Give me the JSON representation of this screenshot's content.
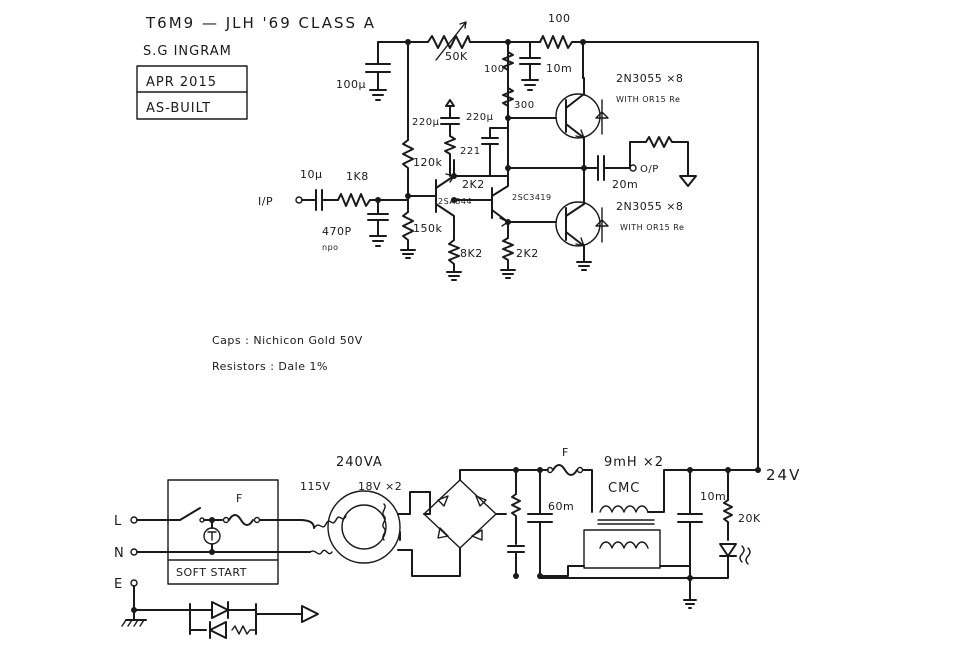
{
  "header": {
    "title": "T6M9 — JLH '69 CLASS A",
    "author": "S.G INGRAM",
    "date": "APR 2015",
    "status": "AS-BUILT"
  },
  "notes": {
    "caps": "Caps : Nichicon Gold 50V",
    "resistors": "Resistors : Dale 1%"
  },
  "amplifier": {
    "input_label": "I/P",
    "c_in": "10µ",
    "r_in": "1K8",
    "c_filter": "470P",
    "c_filter_type": "npo",
    "c_supply": "100µ",
    "r_trim": "50K",
    "r_top": "100",
    "r_100": "100",
    "c_10m": "10m",
    "r_300": "300",
    "c_220a": "220µ",
    "c_220b": "220µ",
    "r_221": "221",
    "r_120k": "120k",
    "r_150k": "150k",
    "r_2k2_mid": "2K2",
    "q_pnp": "2SA844",
    "q_npn": "2SC3419",
    "r_8k2": "8K2",
    "r_2k2_bot": "2K2",
    "q_out_top": "2N3055 ×8",
    "q_out_top_note": "WITH OR15 Re",
    "q_out_bot": "2N3055 ×8",
    "q_out_bot_note": "WITH OR15 Re",
    "c_out": "20m",
    "output_label": "O/P"
  },
  "psu": {
    "live": "L",
    "neutral": "N",
    "earth": "E",
    "fuse_primary": "F",
    "soft_start": "SOFT START",
    "transformer_rating": "240VA",
    "primary_v": "115V",
    "secondary_v": "18V ×2",
    "c_bulk": "60m",
    "fuse_secondary": "F",
    "choke": "9mH ×2",
    "choke_type": "CMC",
    "c_final": "10m",
    "r_led": "20K",
    "rail": "24V"
  }
}
